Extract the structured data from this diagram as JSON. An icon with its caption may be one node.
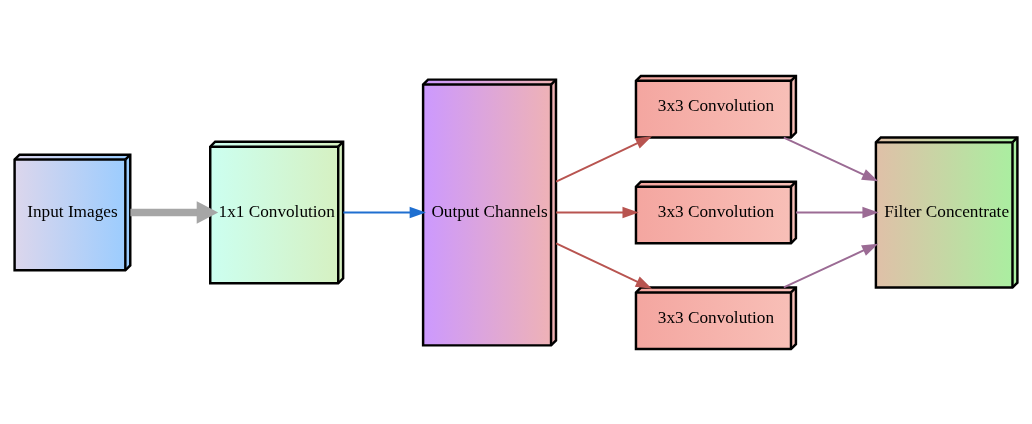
{
  "diagram": {
    "nodes": [
      {
        "text": [
          "Input Images"
        ]
      },
      {
        "text": [
          "1x1 Convolution"
        ]
      },
      {
        "text": [
          "Output Channels"
        ]
      },
      {
        "text": [
          "3x3 Convolution"
        ]
      },
      {
        "text": [
          "3x3 Convolution"
        ]
      },
      {
        "text": [
          "3x3 Convolution"
        ]
      },
      {
        "text": [
          "Filter Concentrate"
        ]
      }
    ],
    "edges": [
      {
        "from": 0,
        "to": 1,
        "arrow": "to",
        "style": "thick",
        "color": "#a6a6a6"
      },
      {
        "from": 1,
        "to": 2,
        "arrow": "to",
        "color": "#1f6fd0"
      },
      {
        "from": 2,
        "to": 3,
        "arrow": "to",
        "color": "#b85450"
      },
      {
        "from": 2,
        "to": 4,
        "arrow": "to",
        "color": "#b85450"
      },
      {
        "from": 2,
        "to": 5,
        "arrow": "to",
        "color": "#b85450"
      },
      {
        "from": 3,
        "to": 6,
        "arrow": "to",
        "color": "#9b6b94"
      },
      {
        "from": 4,
        "to": 6,
        "arrow": "to",
        "color": "#9b6b94"
      },
      {
        "from": 5,
        "to": 6,
        "arrow": "to",
        "color": "#9b6b94"
      }
    ]
  }
}
